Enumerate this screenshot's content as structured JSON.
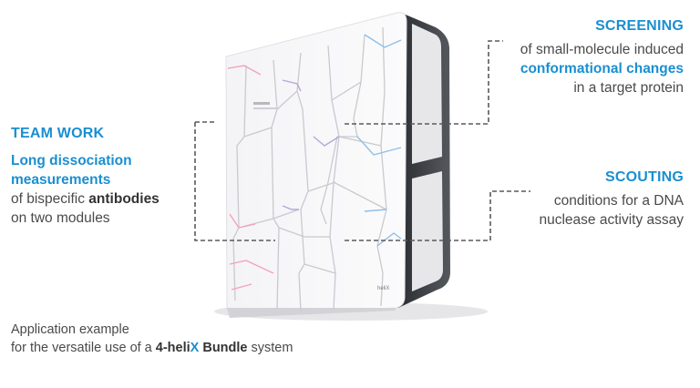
{
  "screening": {
    "title": "SCREENING",
    "line1": "of small-molecule induced",
    "highlight": "conformational changes",
    "line3": "in a target protein"
  },
  "team_work": {
    "title": "TEAM WORK",
    "highlight1": "Long dissociation",
    "highlight2": "measurements",
    "line3_prefix": "of bispecific ",
    "line3_bold": "antibodies",
    "line4": "on two modules"
  },
  "scouting": {
    "title": "SCOUTING",
    "line1": "conditions for a DNA",
    "line2": "nuclease activity assay"
  },
  "caption": {
    "line1": "Application example",
    "line2_prefix": "for the versatile use of a ",
    "brand_part1": "4-heli",
    "brand_x": "X",
    "brand_part2": " Bundle",
    "line2_suffix": " system"
  },
  "device": {
    "badge": "heliX",
    "accent_colors": [
      "#f2a3c0",
      "#8fbfe8",
      "#b7a6dc"
    ]
  }
}
